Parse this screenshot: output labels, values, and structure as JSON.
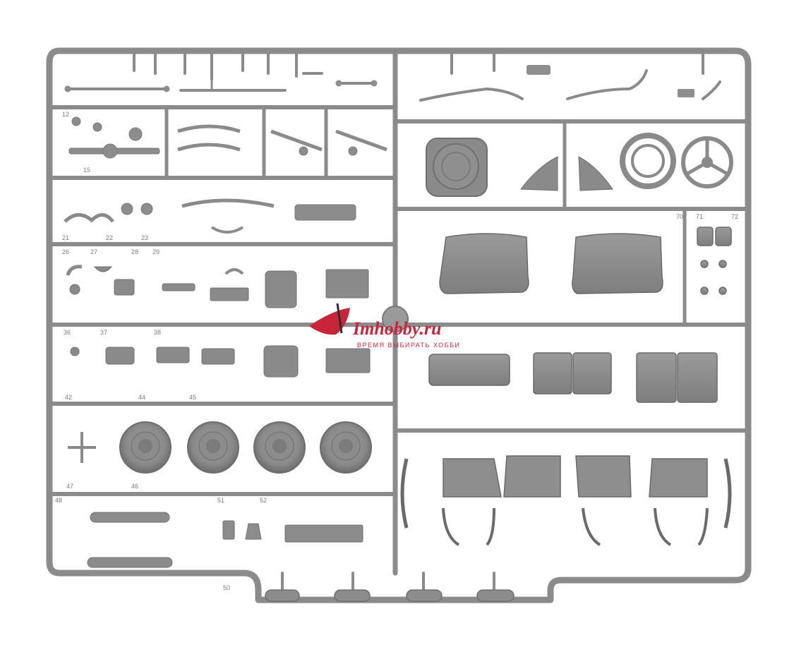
{
  "photo": {
    "subject": "plastic-model-sprue",
    "colors": {
      "background": "#ffffff",
      "plastic": "#8e8e8e",
      "plastic_dark": "#6f6f6f",
      "plastic_light": "#a6a6a6",
      "watermark_red": "#c9253a",
      "watermark_dark": "#2d2d2d"
    }
  },
  "sprue": {
    "gate_tag": "",
    "part_numbers": [
      "12",
      "15",
      "21",
      "22",
      "23",
      "26",
      "27",
      "28",
      "29",
      "36",
      "37",
      "38",
      "42",
      "44",
      "45",
      "46",
      "47",
      "48",
      "50",
      "51",
      "52",
      "70",
      "71",
      "72"
    ]
  },
  "watermark": {
    "brand": "Imhobby.ru",
    "tagline": "ВРЕМЯ ВЫБИРАТЬ ХОББИ"
  }
}
